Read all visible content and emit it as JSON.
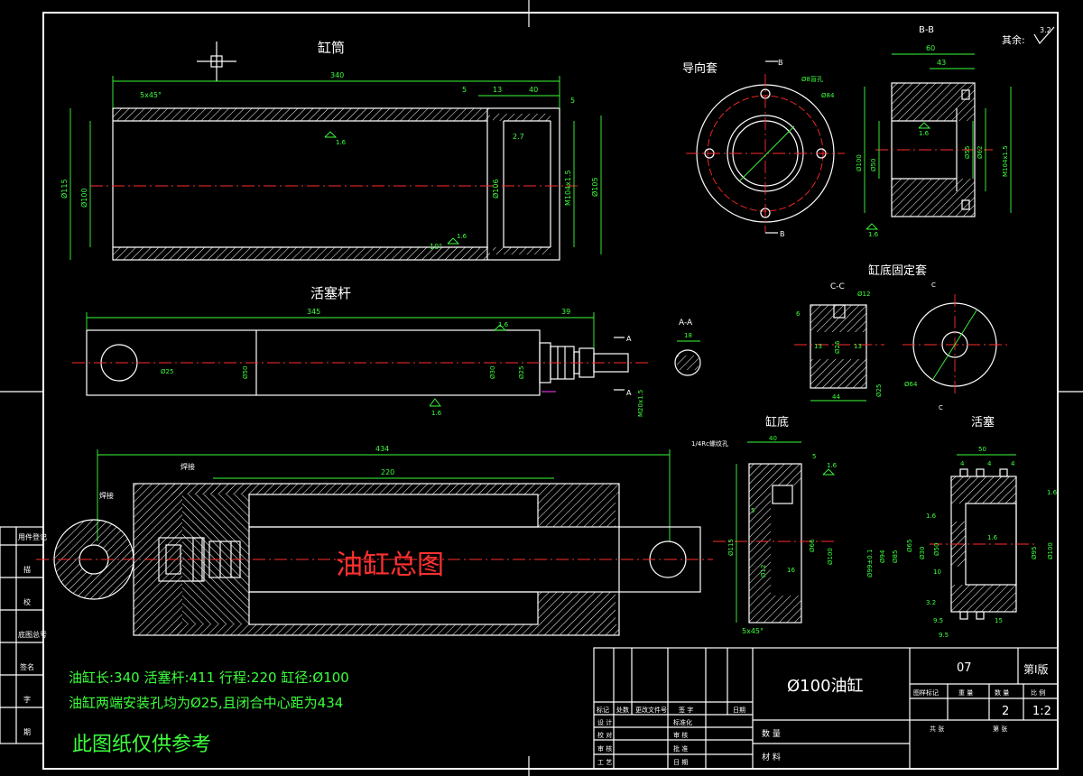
{
  "drawing_title": "Ø100油缸",
  "drawing_number": "07",
  "edition": "第Ⅰ版",
  "notes": {
    "line1": "油缸长:340  活塞杆:411  行程:220   缸径:Ø100",
    "line2": "油缸两端安装孔均为Ø25,且闭合中心距为434",
    "ref": "此图纸仅供参考"
  },
  "roughness_note": "其余:",
  "roughness_value": "3.2",
  "views": {
    "cylinder": "缸筒",
    "guide": "导向套",
    "section_bb": "B-B",
    "rod": "活塞杆",
    "section_aa": "A-A",
    "fix_sleeve": "缸底固定套",
    "section_cc": "C-C",
    "bottom": "缸底",
    "piston": "活塞",
    "assembly": "油缸总图"
  },
  "dims": {
    "cyl_len": "340",
    "cyl_5x45": "5x45°",
    "cyl_5": "5",
    "cyl_13": "13",
    "cyl_40": "40",
    "cyl_5b": "5",
    "cyl_d115": "Ø115",
    "cyl_d100": "Ø100",
    "cyl_d106": "Ø106",
    "cyl_m104": "M104x1.5",
    "cyl_d105": "Ø105",
    "cyl_27": "2.7",
    "cyl_16a": "1.6",
    "cyl_16b": "1.6",
    "cyl_10": "10°",
    "guide_d8": "Ø8盲孔",
    "guide_d84": "Ø84",
    "guide_b1": "B",
    "guide_b2": "B",
    "bb_60": "60",
    "bb_43": "43",
    "bb_d100": "Ø100",
    "bb_d50": "Ø50",
    "bb_d55": "Ø55",
    "bb_d62": "Ø62",
    "bb_m104": "M104x1.5",
    "bb_16a": "1.6",
    "bb_16b": "1.6",
    "rod_345": "345",
    "rod_39": "39",
    "rod_d25": "Ø25",
    "rod_d50": "Ø50",
    "rod_d30": "Ø30",
    "rod_d25b": "Ø25",
    "rod_m20": "M20x1.5",
    "rod_a1": "A",
    "rod_a2": "A",
    "rod_16": "1.6",
    "rod_16b": "1.6",
    "aa_18": "18",
    "fs_12": "Ø12",
    "fs_6": "6",
    "fs_13a": "13",
    "fs_13b": "13",
    "fs_d26": "Ø26",
    "fs_44": "44",
    "fs_d25": "Ø25",
    "fs_d64": "Ø64",
    "fs_c1": "C",
    "fs_c2": "C",
    "asm_434": "434",
    "asm_220": "220",
    "asm_weld1": "焊接",
    "asm_weld2": "焊接",
    "bot_thread": "1/4Rc螺纹孔",
    "bot_40": "40",
    "bot_5": "5",
    "bot_d115": "Ø115",
    "bot_d66": "Ø66",
    "bot_d100": "Ø100",
    "bot_d12": "Ø12",
    "bot_16": "16",
    "bot_5x45": "5x45°",
    "bot_5b": "5",
    "bot_16r": "1.6",
    "pis_50": "50",
    "pis_4a": "4",
    "pis_4b": "4",
    "pis_4c": "4",
    "pis_d99": "Ø99±0.1",
    "pis_d94": "Ø94",
    "pis_d85": "Ø85",
    "pis_d65": "Ø65",
    "pis_d30": "Ø30",
    "pis_d50": "Ø50",
    "pis_d95": "Ø95",
    "pis_d100": "Ø100",
    "pis_10": "10",
    "pis_95a": "9.5",
    "pis_95b": "9.5",
    "pis_15": "15",
    "pis_32": "3.2",
    "pis_16a": "1.6",
    "pis_16b": "1.6",
    "pis_16c": "1.6"
  },
  "side_labels": [
    "用件登记",
    "描",
    "校",
    "底图总号",
    "签名",
    "字",
    "期"
  ],
  "title_block": {
    "headers": [
      "标记",
      "处数",
      "更改文件号",
      "签  字",
      "日期"
    ],
    "left_rows": [
      [
        "设 计",
        "",
        "标准化",
        ""
      ],
      [
        "校 对",
        "",
        "审 核",
        ""
      ],
      [
        "审 核",
        "",
        "批 准",
        ""
      ],
      [
        "工 艺",
        "",
        "日 期",
        ""
      ]
    ],
    "material_label": "材  料",
    "weight_label": "数 量",
    "stage_label": "图样标记",
    "mass_label": "重  量",
    "scale_label": "比  例",
    "qty": "2",
    "scale": "1:2",
    "sheet_total": "共     张",
    "sheet_no": "第     张"
  }
}
